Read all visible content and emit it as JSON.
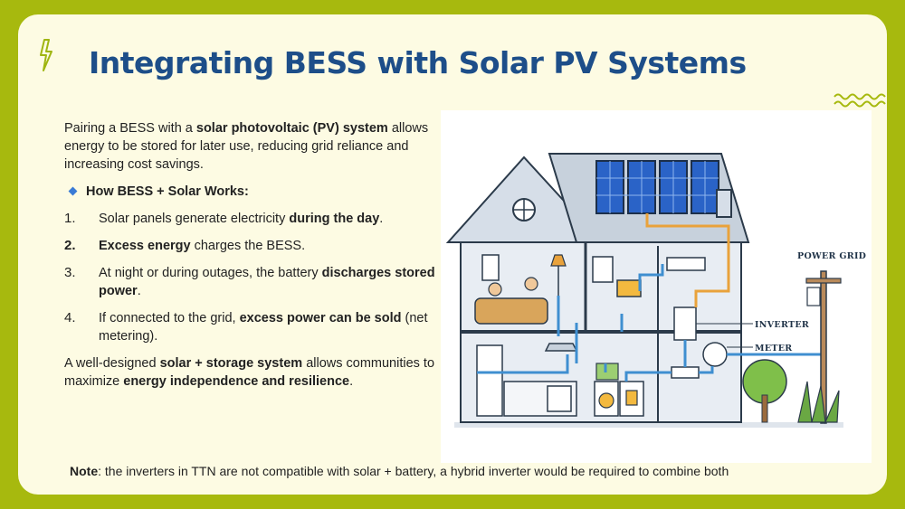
{
  "title": "Integrating BESS with Solar PV Systems",
  "intro": {
    "pre": "Pairing a BESS with a ",
    "bold": "solar photovoltaic (PV) system",
    "post": " allows energy to be stored for later use, reducing grid reliance and increasing cost savings."
  },
  "how_heading": "How BESS + Solar Works:",
  "steps": [
    {
      "number": "1.",
      "pre": "Solar panels generate electricity ",
      "bold": "during the day",
      "post": "."
    },
    {
      "number": "2.",
      "pre": "",
      "bold": "Excess energy",
      "post": " charges the BESS."
    },
    {
      "number": "3.",
      "pre": "At night or during outages, the battery ",
      "bold": "discharges stored power",
      "post": "."
    },
    {
      "number": "4.",
      "pre": "If connected to the grid, ",
      "bold": "excess power can be sold",
      "post": " (net metering)."
    }
  ],
  "outro": {
    "pre": "A well-designed ",
    "bold1": "solar + storage system",
    "mid": " allows communities to maximize ",
    "bold2": "energy independence and resilience",
    "post": "."
  },
  "illustration": {
    "power_grid_label": "POWER GRID",
    "inverter_label": "INVERTER",
    "meter_label": "METER"
  },
  "note": {
    "label": "Note",
    "text": ": the inverters in TTN are not compatible with solar + battery, a hybrid inverter would be required to combine both"
  },
  "colors": {
    "frame": "#a7b90e",
    "slide_background": "#fdfbe3",
    "title": "#1d4e89",
    "bullet_diamond": "#3a7bd5",
    "wire_blue": "#3f8fd0",
    "wire_orange": "#e9a23b",
    "panel_blue": "#2a63c7"
  },
  "icons": {
    "accent": "lightning-bolt-icon",
    "decoration": "squiggle-lines-icon",
    "bullet": "diamond-bullet-icon"
  }
}
